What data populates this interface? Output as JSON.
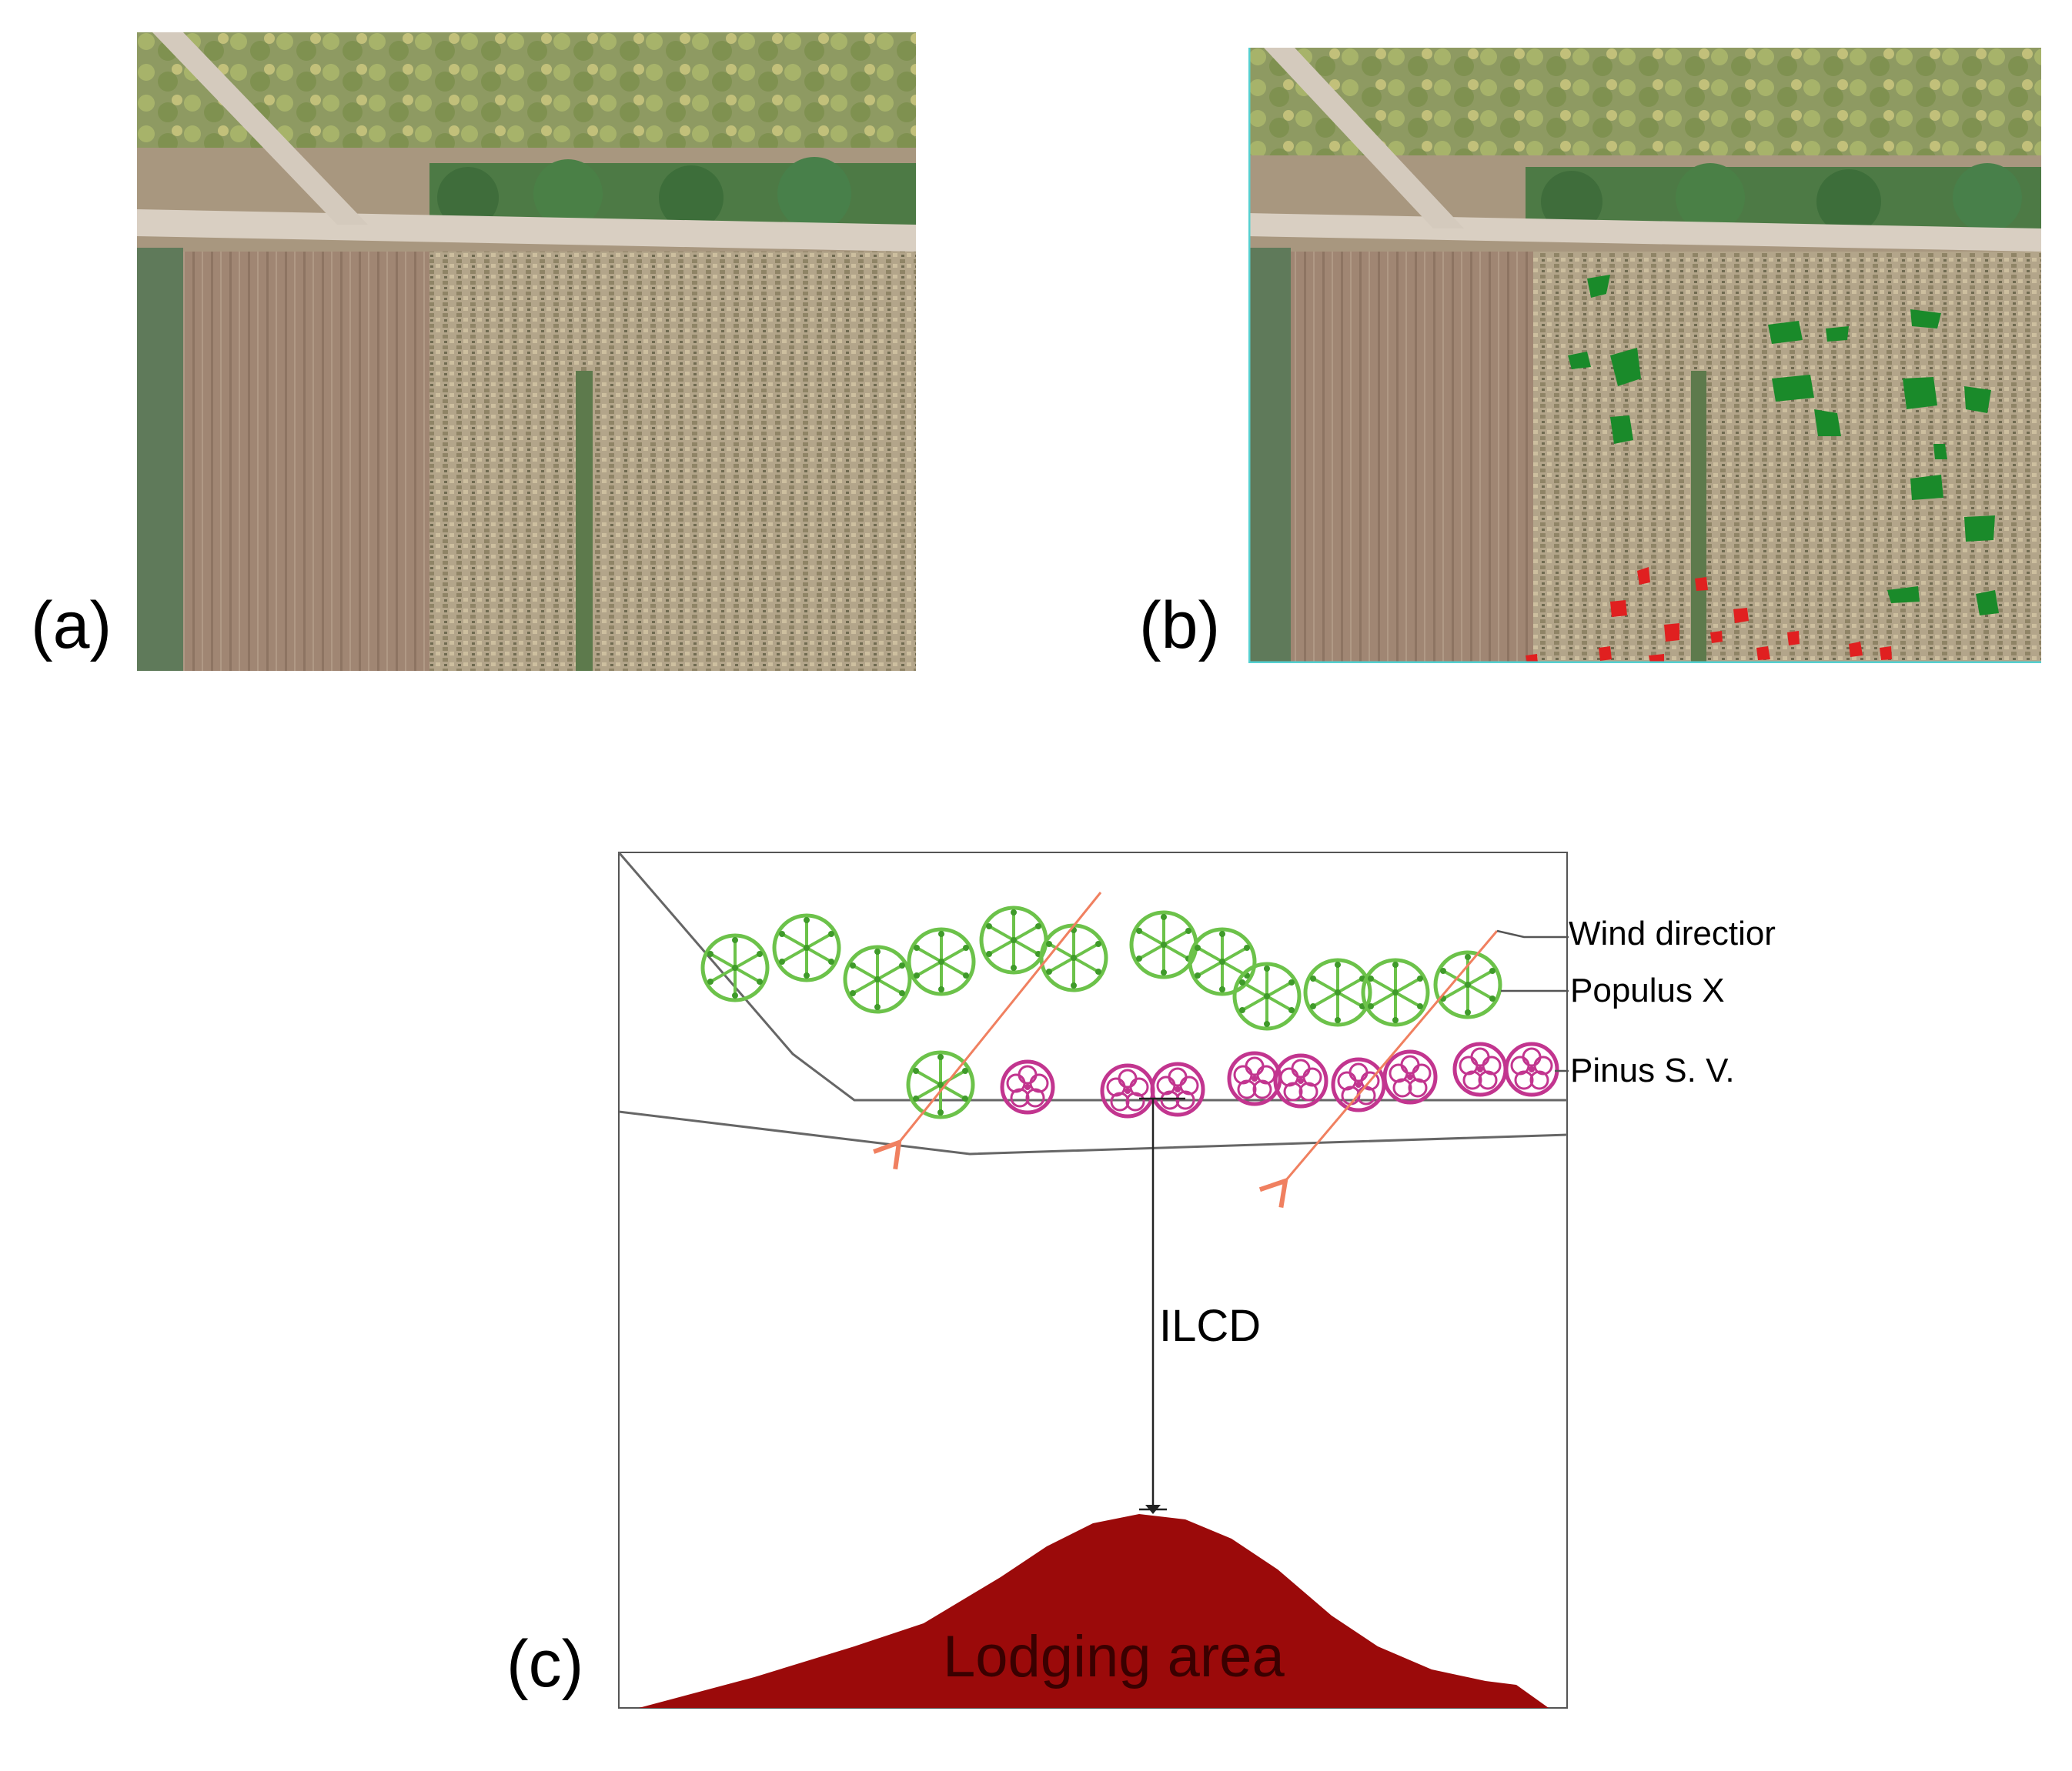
{
  "panels": {
    "a": {
      "label": "(a)"
    },
    "b": {
      "label": "(b)"
    },
    "c": {
      "label": "(c)"
    }
  },
  "diagram_c": {
    "legend": {
      "wind": "Wind directior",
      "populus": "Populus X",
      "pinus": "Pinus S. V."
    },
    "distance_label": "ILCD",
    "area_label": "Lodging area",
    "colors": {
      "populus_tree": "#6cc24a",
      "pinus_tree": "#c2358f",
      "wind_arrow": "#f08060",
      "lodging_area": "#9b0a0a",
      "frame": "#555555"
    }
  }
}
